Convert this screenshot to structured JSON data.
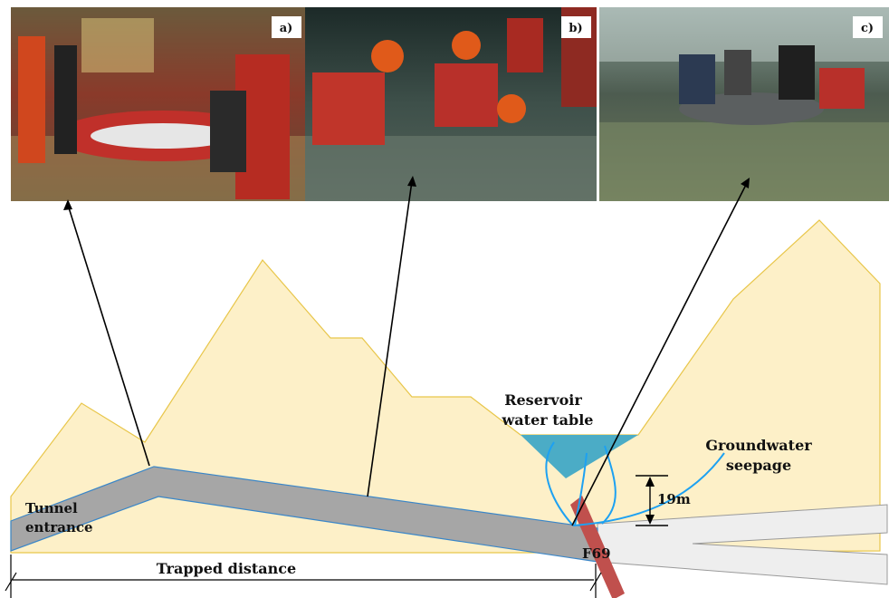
{
  "photos": [
    {
      "tag": "a)",
      "scene": "rescue-team-inflating-boat-in-tunnel"
    },
    {
      "tag": "b)",
      "scene": "rescuers-wading-in-flooded-tunnel"
    },
    {
      "tag": "c)",
      "scene": "rescue-boat-in-dark-flooded-tunnel"
    }
  ],
  "labels": {
    "reservoir_line1": "Reservoir",
    "reservoir_line2": "water table",
    "groundwater_line1": "Groundwater",
    "groundwater_line2": "seepage",
    "depth": "19m",
    "tunnel_line1": "Tunnel",
    "tunnel_line2": "entrance",
    "fault": "F69",
    "trapped": "Trapped distance"
  },
  "colors": {
    "rock": "#fdf0c8",
    "rock_edge": "#e8c64a",
    "tunnel": "#a6a6a6",
    "reservoir": "#4bacc6",
    "fault": "#c0504d",
    "seepage": "#1da1f2",
    "branch_tunnel": "#eeeeee"
  }
}
